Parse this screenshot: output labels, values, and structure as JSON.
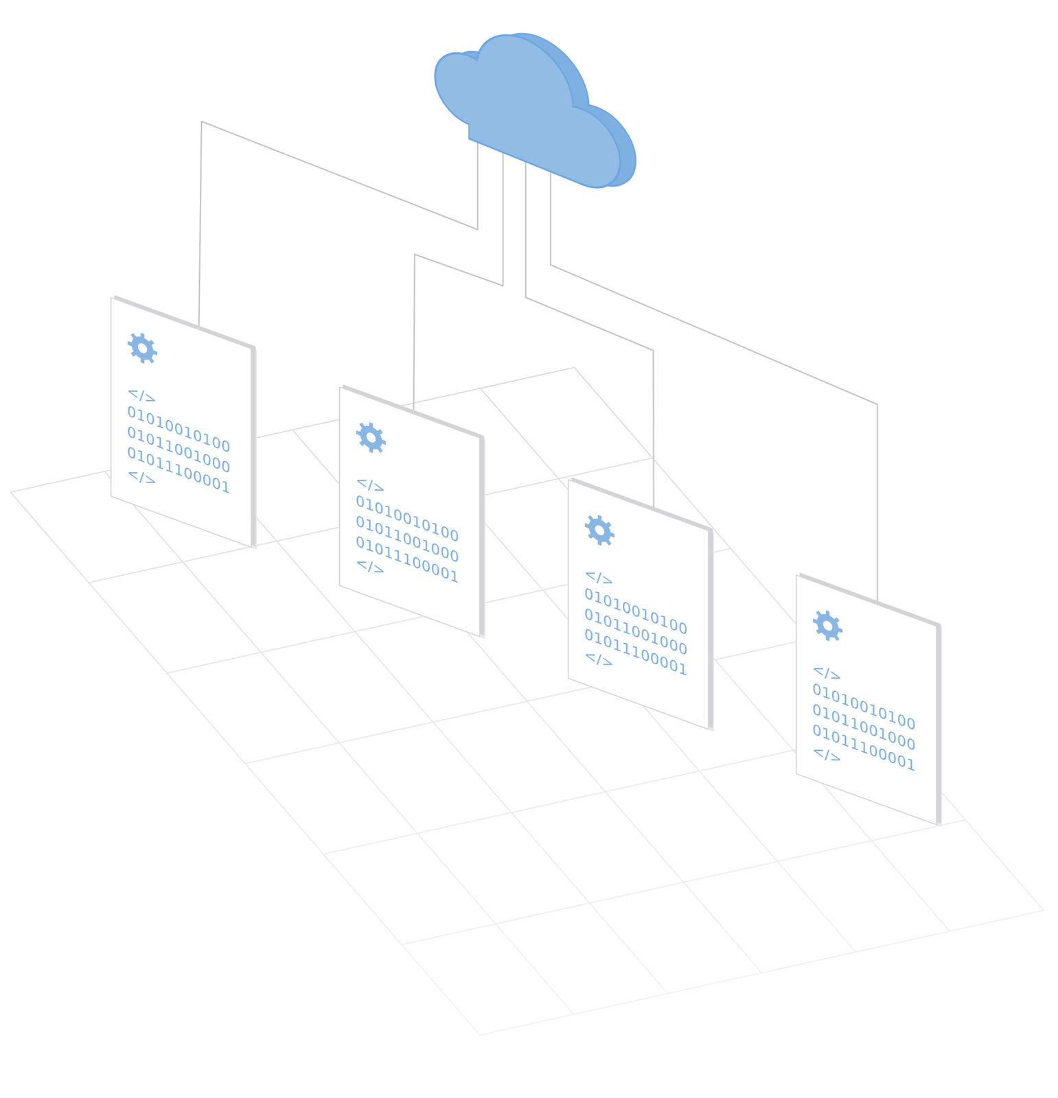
{
  "diagram": {
    "nodes": [
      {
        "text": [
          "</>",
          "01010010100",
          "01011001000",
          "01011100001",
          "</>"
        ]
      },
      {
        "text": [
          "</>",
          "01010010100",
          "01011001000",
          "01011100001",
          "</>"
        ]
      },
      {
        "text": [
          "</>",
          "01010010100",
          "01011001000",
          "01011100001",
          "</>"
        ]
      },
      {
        "text": [
          "</>",
          "01010010100",
          "01011001000",
          "01011100001",
          "</>"
        ]
      }
    ]
  }
}
